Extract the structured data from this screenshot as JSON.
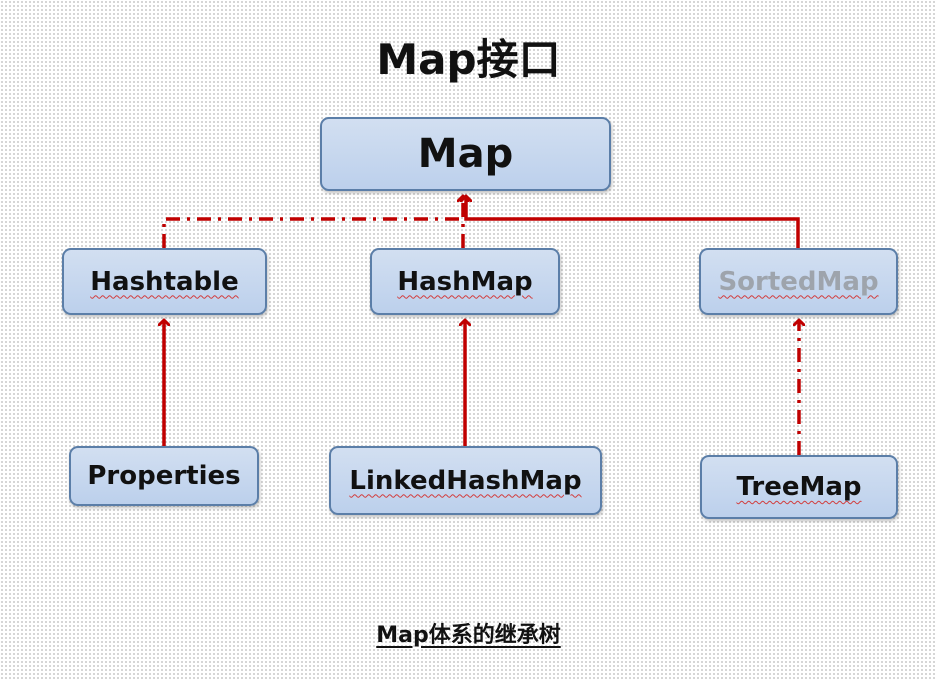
{
  "title": "Map接口",
  "caption": "Map体系的继承树",
  "colors": {
    "edge": "#c00000",
    "node_fill": "#c6d6ee",
    "node_border": "#5b7ea8",
    "muted_text": "#9ea4ac"
  },
  "nodes": {
    "map": "Map",
    "hashtable": "Hashtable",
    "hashmap": "HashMap",
    "sortedmap": "SortedMap",
    "properties": "Properties",
    "linkedhashmap": "LinkedHashMap",
    "treemap": "TreeMap"
  },
  "edges": [
    {
      "from": "hashtable",
      "to": "map",
      "style": "dash-dot"
    },
    {
      "from": "hashmap",
      "to": "map",
      "style": "dash-dot"
    },
    {
      "from": "sortedmap",
      "to": "map",
      "style": "solid"
    },
    {
      "from": "properties",
      "to": "hashtable",
      "style": "solid"
    },
    {
      "from": "linkedhashmap",
      "to": "hashmap",
      "style": "solid"
    },
    {
      "from": "treemap",
      "to": "sortedmap",
      "style": "dash-dot"
    }
  ]
}
